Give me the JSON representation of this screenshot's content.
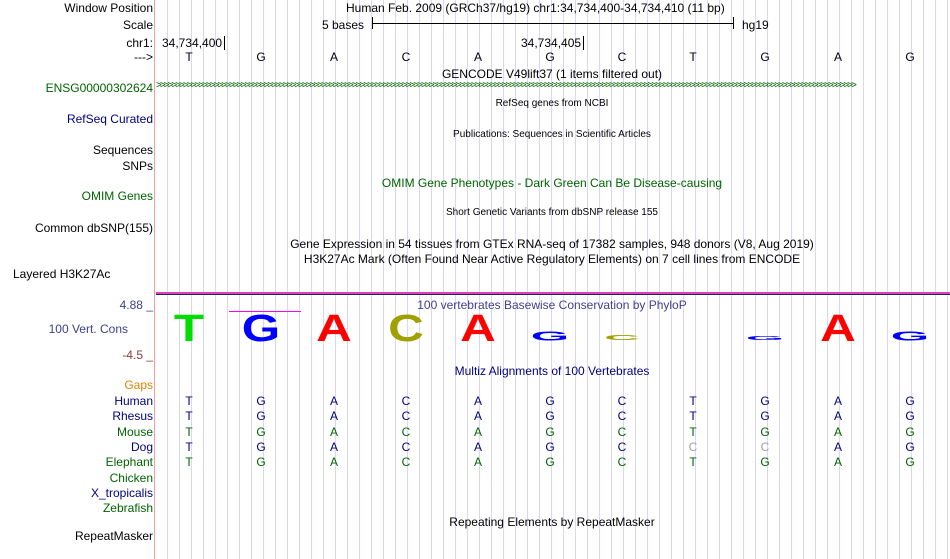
{
  "labels": {
    "window_position": "Window Position",
    "scale": "Scale",
    "chr": "chr1:",
    "arrow": "--->",
    "gene": "ENSG00000302624",
    "refseq": "RefSeq Curated",
    "sequences": "Sequences",
    "snps": "SNPs",
    "omim": "OMIM Genes",
    "dbsnp": "Common dbSNP(155)",
    "h3k27ac": "Layered H3K27Ac",
    "cons_max": "4.88 _",
    "cons": "100 Vert. Cons",
    "cons_min": "-4.5 _",
    "gaps": "Gaps",
    "repeatmasker": "RepeatMasker"
  },
  "header": {
    "position": "Human Feb. 2009 (GRCh37/hg19)   chr1:34,734,400-34,734,410 (11 bp)",
    "scale_text": "5 bases",
    "assembly": "hg19",
    "coord1": "34,734,400",
    "coord2": "34,734,405"
  },
  "bases": [
    "T",
    "G",
    "A",
    "C",
    "A",
    "G",
    "C",
    "T",
    "G",
    "A",
    "G"
  ],
  "tracks": {
    "gencode": "GENCODE V49lift37 (1 items filtered out)",
    "refseq": "RefSeq genes from NCBI",
    "pubs": "Publications: Sequences in Scientific Articles",
    "omim": "OMIM Gene Phenotypes - Dark Green Can Be Disease-causing",
    "dbsnp": "Short Genetic Variants from dbSNP release 155",
    "gtex": "Gene Expression in 54 tissues from GTEx RNA-seq of 17382 samples, 948 donors (V8, Aug 2019)",
    "h3k27ac": "H3K27Ac Mark (Often Found Near Active Regulatory Elements) on 7 cell lines from ENCODE",
    "phylop": "100 vertebrates Basewise Conservation by PhyloP",
    "multiz": "Multiz Alignments of 100 Vertebrates",
    "rmsk": "Repeating Elements by RepeatMasker"
  },
  "conservation_heights": [
    1,
    1,
    1,
    1,
    1,
    0.35,
    0.2,
    0,
    0.15,
    1,
    0.35
  ],
  "species": [
    {
      "name": "Human",
      "color": "#000080",
      "bases": [
        "T",
        "G",
        "A",
        "C",
        "A",
        "G",
        "C",
        "T",
        "G",
        "A",
        "G"
      ]
    },
    {
      "name": "Rhesus",
      "color": "#000080",
      "bases": [
        "T",
        "G",
        "A",
        "C",
        "A",
        "G",
        "C",
        "T",
        "G",
        "A",
        "G"
      ]
    },
    {
      "name": "Mouse",
      "color": "#006400",
      "bases": [
        "T",
        "G",
        "A",
        "C",
        "A",
        "G",
        "C",
        "T",
        "G",
        "A",
        "G"
      ]
    },
    {
      "name": "Dog",
      "color": "#000080",
      "bases": [
        "T",
        "G",
        "A",
        "C",
        "A",
        "G",
        "C",
        "C",
        "C",
        "A",
        "G"
      ]
    },
    {
      "name": "Elephant",
      "color": "#006400",
      "bases": [
        "T",
        "G",
        "A",
        "C",
        "A",
        "G",
        "C",
        "T",
        "G",
        "A",
        "G"
      ]
    },
    {
      "name": "Chicken",
      "color": "#006400",
      "bases": []
    },
    {
      "name": "X_tropicalis",
      "color": "#000080",
      "bases": []
    },
    {
      "name": "Zebrafish",
      "color": "#006400",
      "bases": []
    }
  ]
}
